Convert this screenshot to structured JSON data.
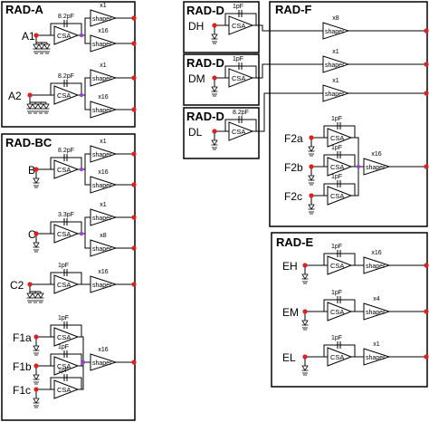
{
  "colors": {
    "line": "#000000",
    "pin": "#e02020",
    "junction": "#a040d0",
    "background": "#ffffff"
  },
  "icons": {
    "triangle": "amplifier-triangle",
    "detector": "photodiode-icon",
    "pin": "output-pin-dot"
  },
  "texts": {
    "box_rad_a": "RAD-A",
    "box_rad_bc": "RAD-BC",
    "box_rad_dh": "RAD-D",
    "box_rad_dm": "RAD-D",
    "box_rad_dl": "RAD-D",
    "box_rad_f": "RAD-F",
    "box_rad_e": "RAD-E",
    "csa": "CSA",
    "shaper": "shaper",
    "label_a1": "A1",
    "label_a2": "A2",
    "label_b": "B",
    "label_c": "C",
    "label_c2": "C2",
    "label_f1a": "F1a",
    "label_f1b": "F1b",
    "label_f1c": "F1c",
    "label_dh": "DH",
    "label_dm": "DM",
    "label_dl": "DL",
    "label_f2a": "F2a",
    "label_f2b": "F2b",
    "label_f2c": "F2c",
    "label_eh": "EH",
    "label_em": "EM",
    "label_el": "EL",
    "cap_8p2": "8.2pF",
    "cap_3p3": "3.3pF",
    "cap_1": "1pF",
    "gain_x1": "x1",
    "gain_x4": "x4",
    "gain_x8": "x8",
    "gain_x16": "x16"
  }
}
